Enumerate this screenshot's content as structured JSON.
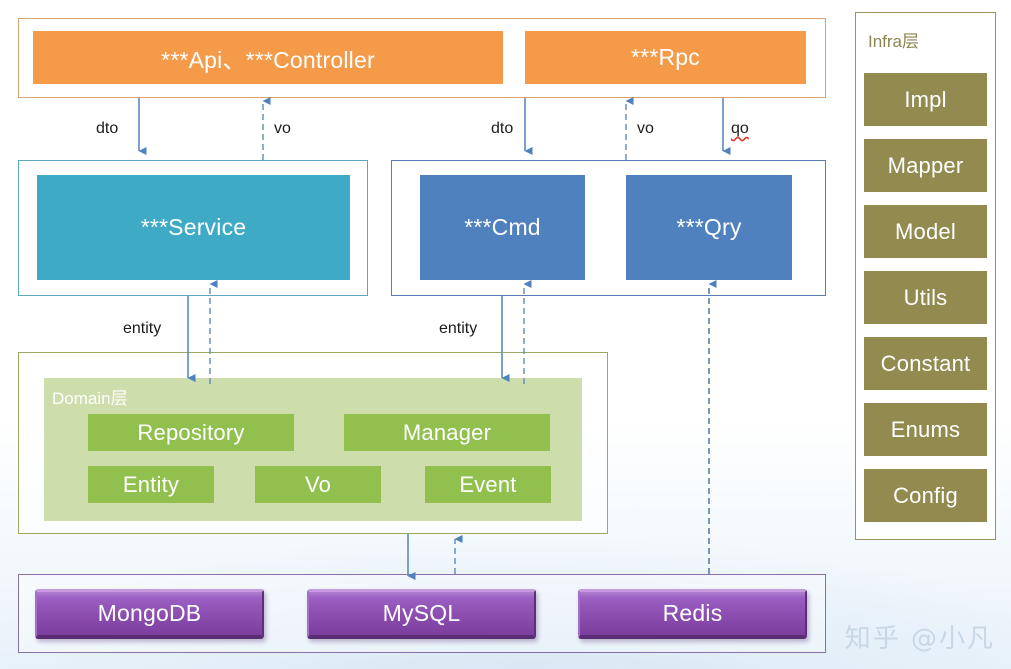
{
  "diagram": {
    "title_watermark": "知乎 @小凡",
    "colors": {
      "orange": "#F59A48",
      "teal": "#3FAAC6",
      "blue": "#4E81BD",
      "green": "#92C04F",
      "green_panel": "#CDDDAC",
      "olive": "#938A50",
      "purple": "#8B4DAE",
      "connector": "#4E81BD",
      "misspell_underline": "#E2352F"
    }
  },
  "app_layer": {
    "nodes": [
      {
        "label": "***Api、***Controller"
      },
      {
        "label": "***Rpc"
      }
    ]
  },
  "service_layer": {
    "nodes": [
      {
        "label": "***Service"
      }
    ]
  },
  "cqrs_layer": {
    "nodes": [
      {
        "label": "***Cmd"
      },
      {
        "label": "***Qry"
      }
    ]
  },
  "domain_layer": {
    "title": "Domain层",
    "row1": [
      {
        "label": "Repository"
      },
      {
        "label": "Manager"
      }
    ],
    "row2": [
      {
        "label": "Entity"
      },
      {
        "label": "Vo"
      },
      {
        "label": "Event"
      }
    ]
  },
  "storage_layer": {
    "nodes": [
      {
        "label": "MongoDB"
      },
      {
        "label": "MySQL"
      },
      {
        "label": "Redis"
      }
    ]
  },
  "infra_layer": {
    "title": "Infra层",
    "items": [
      {
        "label": "Impl"
      },
      {
        "label": "Mapper"
      },
      {
        "label": "Model"
      },
      {
        "label": "Utils"
      },
      {
        "label": "Constant"
      },
      {
        "label": "Enums"
      },
      {
        "label": "Config"
      }
    ]
  },
  "edges": {
    "api_to_service_down": {
      "label": "dto",
      "style": "solid",
      "direction": "down"
    },
    "service_to_api_up": {
      "label": "vo",
      "style": "dashed",
      "direction": "up"
    },
    "rpc_to_cmd_down": {
      "label": "dto",
      "style": "solid",
      "direction": "down"
    },
    "cmd_to_rpc_up": {
      "label": "vo",
      "style": "dashed",
      "direction": "up"
    },
    "rpc_to_qry_down": {
      "label": "qo",
      "style": "solid",
      "direction": "down",
      "misspelled": true
    },
    "service_to_domain_down": {
      "label": "entity",
      "style": "solid",
      "direction": "down"
    },
    "domain_to_service_up": {
      "label": "",
      "style": "dashed",
      "direction": "up"
    },
    "cmd_to_domain_down": {
      "label": "entity",
      "style": "solid",
      "direction": "down"
    },
    "domain_to_cmd_up": {
      "label": "",
      "style": "dashed",
      "direction": "up"
    },
    "domain_to_mysql_down": {
      "label": "",
      "style": "solid",
      "direction": "down"
    },
    "mysql_to_domain_up": {
      "label": "",
      "style": "dashed",
      "direction": "up"
    },
    "redis_to_qry_up": {
      "label": "",
      "style": "dashed",
      "direction": "up"
    }
  }
}
